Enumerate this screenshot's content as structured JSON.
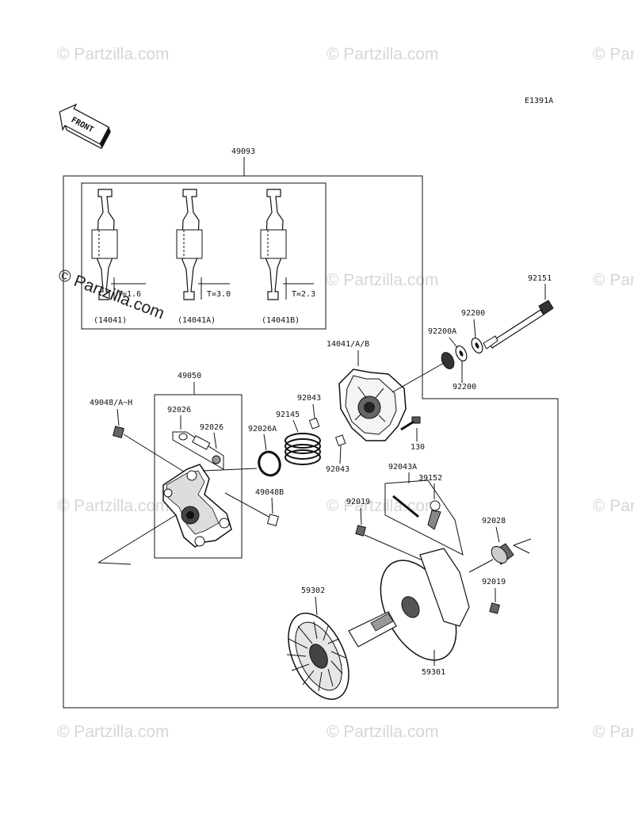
{
  "diagram_code": "E1391A",
  "front_label": "FRONT",
  "watermarks": [
    "© Partzilla.com",
    "© Partzilla.com",
    "© Partzilla.com",
    "© Partzilla.com",
    "© Partzilla.com",
    "© Partzilla.com",
    "© Partzilla.com",
    "© Partzilla.com",
    "© Partzilla.com",
    "© Partzilla.com",
    "© Partzilla.com",
    "© Partzilla.com"
  ],
  "watermark_overlay": "© Partzilla.com",
  "weights": [
    {
      "thickness": "T=1.6",
      "part": "(14041)"
    },
    {
      "thickness": "T=3.0",
      "part": "(14041A)"
    },
    {
      "thickness": "T=2.3",
      "part": "(14041B)"
    }
  ],
  "parts": {
    "p49093": "49093",
    "p92151": "92151",
    "p92200_top": "92200",
    "p92200A": "92200A",
    "p92200_bottom": "92200",
    "p14041AB": "14041/A/B",
    "p49050": "49050",
    "p49048AH": "49048/A~H",
    "p92026_a": "92026",
    "p92026_b": "92026",
    "p92043_a": "92043",
    "p92145": "92145",
    "p92026A": "92026A",
    "p92043_b": "92043",
    "p130": "130",
    "p49048B": "49048B",
    "p92043A": "92043A",
    "p39152": "39152",
    "p92019_a": "92019",
    "p92028": "92028",
    "p92019_b": "92019",
    "p59302": "59302",
    "p59301": "59301"
  }
}
